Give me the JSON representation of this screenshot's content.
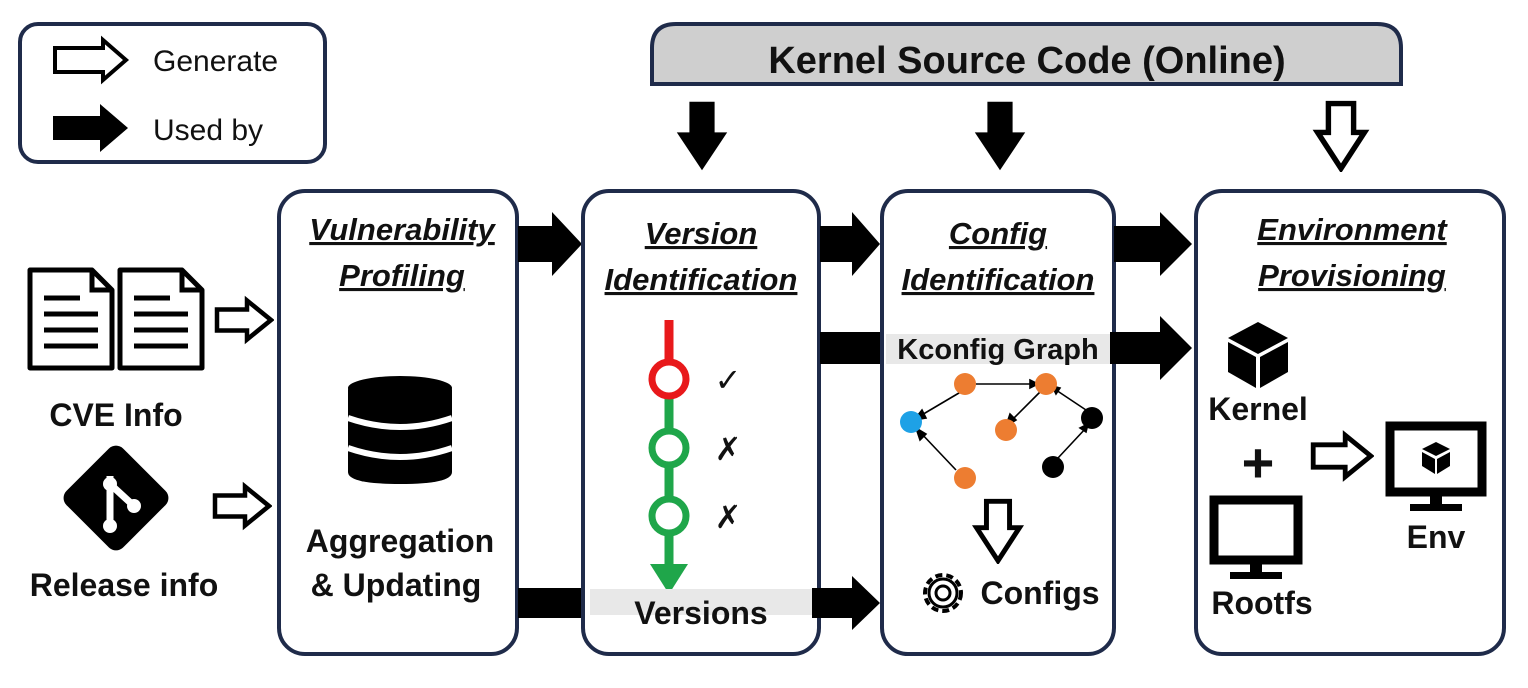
{
  "legend": {
    "generate_label": "Generate",
    "used_by_label": "Used by"
  },
  "source_banner": {
    "label": "Kernel Source Code (Online)"
  },
  "inputs": {
    "cve_label": "CVE Info",
    "release_label": "Release info"
  },
  "stages": [
    {
      "title_line1": "Vulnerability",
      "title_line2": "Profiling",
      "body_line1": "Aggregation",
      "body_line2": "& Updating"
    },
    {
      "title_line1": "Version",
      "title_line2": "Identification",
      "commit_marks": [
        "✓",
        "✗",
        "✗"
      ],
      "output_label": "Versions"
    },
    {
      "title_line1": "Config",
      "title_line2": "Identification",
      "graph_label": "Kconfig Graph",
      "output_label": "Configs"
    },
    {
      "title_line1": "Environment",
      "title_line2": "Provisioning",
      "kernel_label": "Kernel",
      "plus_sign": "+",
      "rootfs_label": "Rootfs",
      "env_label": "Env"
    }
  ],
  "colors": {
    "box_border": "#1f2b4a",
    "banner_fill": "#cfcfcf",
    "commit_red": "#e8191b",
    "commit_green": "#1fa64a",
    "node_orange": "#ed7d31",
    "node_blue": "#1ea1e6",
    "node_black": "#000000",
    "label_band": "#e8e8e8"
  },
  "icons": [
    "generate-arrow-icon",
    "used-by-arrow-icon",
    "document-icon",
    "git-icon",
    "database-icon",
    "cube-icon",
    "monitor-icon",
    "gear-icon"
  ]
}
